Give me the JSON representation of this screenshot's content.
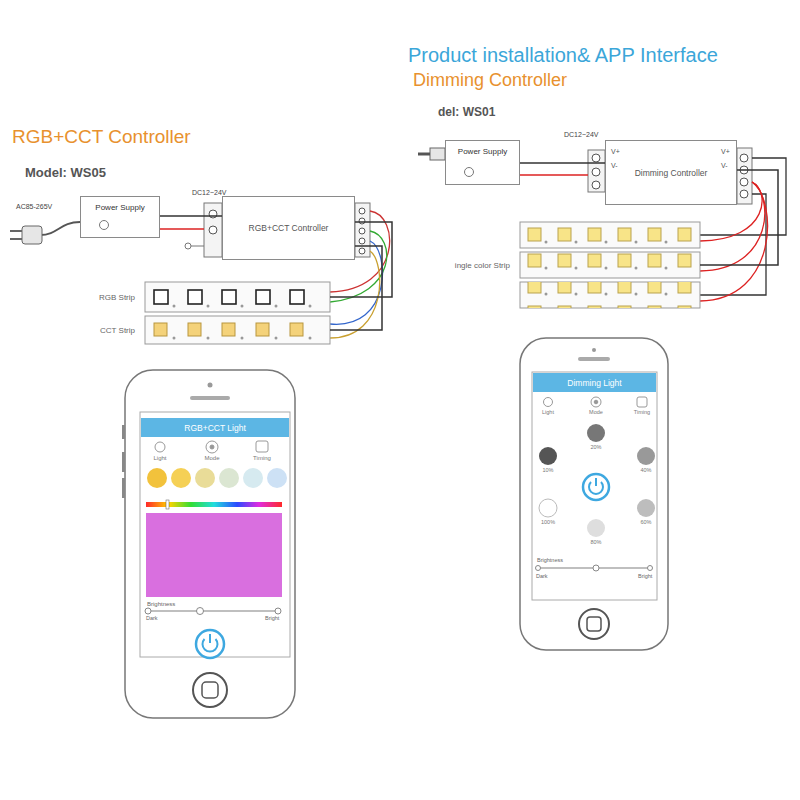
{
  "diagram": {
    "title": "Product installation& APP Interface",
    "nodes": [
      {
        "text": [
          "Power Supply"
        ]
      },
      {
        "text": [
          "RGB+CCT Controller"
        ]
      },
      {
        "text": [
          "RGB Strip"
        ]
      },
      {
        "text": [
          "CCT Strip"
        ]
      },
      {
        "text": [
          "RGB+CCT Light"
        ]
      },
      {
        "text": [
          "Power Supply"
        ]
      },
      {
        "text": [
          "Dimming Controller"
        ]
      },
      {
        "text": [
          "ingle color Strip"
        ]
      },
      {
        "text": [
          "Dimming Light"
        ]
      }
    ],
    "edges": [
      {
        "from": 0,
        "to": 1,
        "arrow": "none"
      },
      {
        "from": 1,
        "to": 2,
        "arrow": "none"
      },
      {
        "from": 1,
        "to": 3,
        "arrow": "none"
      },
      {
        "from": 5,
        "to": 6,
        "arrow": "none"
      },
      {
        "from": 6,
        "to": 7,
        "arrow": "none"
      }
    ],
    "labels": [
      "RGB+CCT Controller",
      "Model: WS05",
      "AC85-265V",
      "DC12~24V",
      "Light",
      "Mode",
      "Timing",
      "Brightness",
      "Dark",
      "Bright",
      "Dimming Controller",
      "del: WS01",
      "DC12~24V",
      "V+",
      "V-",
      "V+",
      "V-",
      "Light",
      "Mode",
      "Timing",
      "20%",
      "10%",
      "40%",
      "100%",
      "60%",
      "80%",
      "Brightness",
      "Dark",
      "Bright"
    ]
  }
}
